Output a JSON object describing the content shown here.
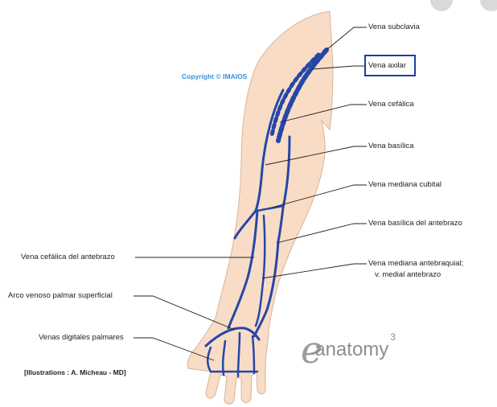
{
  "copyright": "Copyright © IMAIOS",
  "credit": "[Illustrations : A. Micheau - MD]",
  "logo": {
    "mark": "e",
    "word": "anatomy",
    "superscript": "3"
  },
  "labels": {
    "vena_subclavia": "Vena subclavia",
    "vena_axilar": "Vena axilar",
    "vena_cefalica": "Vena cefálica",
    "vena_basilica": "Vena basílica",
    "vena_mediana_cubital": "Vena mediana cubital",
    "vena_basilica_antebrazo": "Vena basílica del antebrazo",
    "vena_mediana_antebraquial_1": "Vena mediana antebraquial;",
    "vena_mediana_antebraquial_2": "v. medial antebrazo",
    "vena_cefalica_antebrazo": "Vena cefálica del antebrazo",
    "arco_venoso": "Arco venoso palmar superficial",
    "venas_digitales": "Venas digitales palmares"
  },
  "colors": {
    "vein": "#2447a8",
    "skin": "#f8dcc6",
    "skin_outline": "#d7b49c",
    "leader": "#222222",
    "highlight_box": "#1a3fa8"
  }
}
